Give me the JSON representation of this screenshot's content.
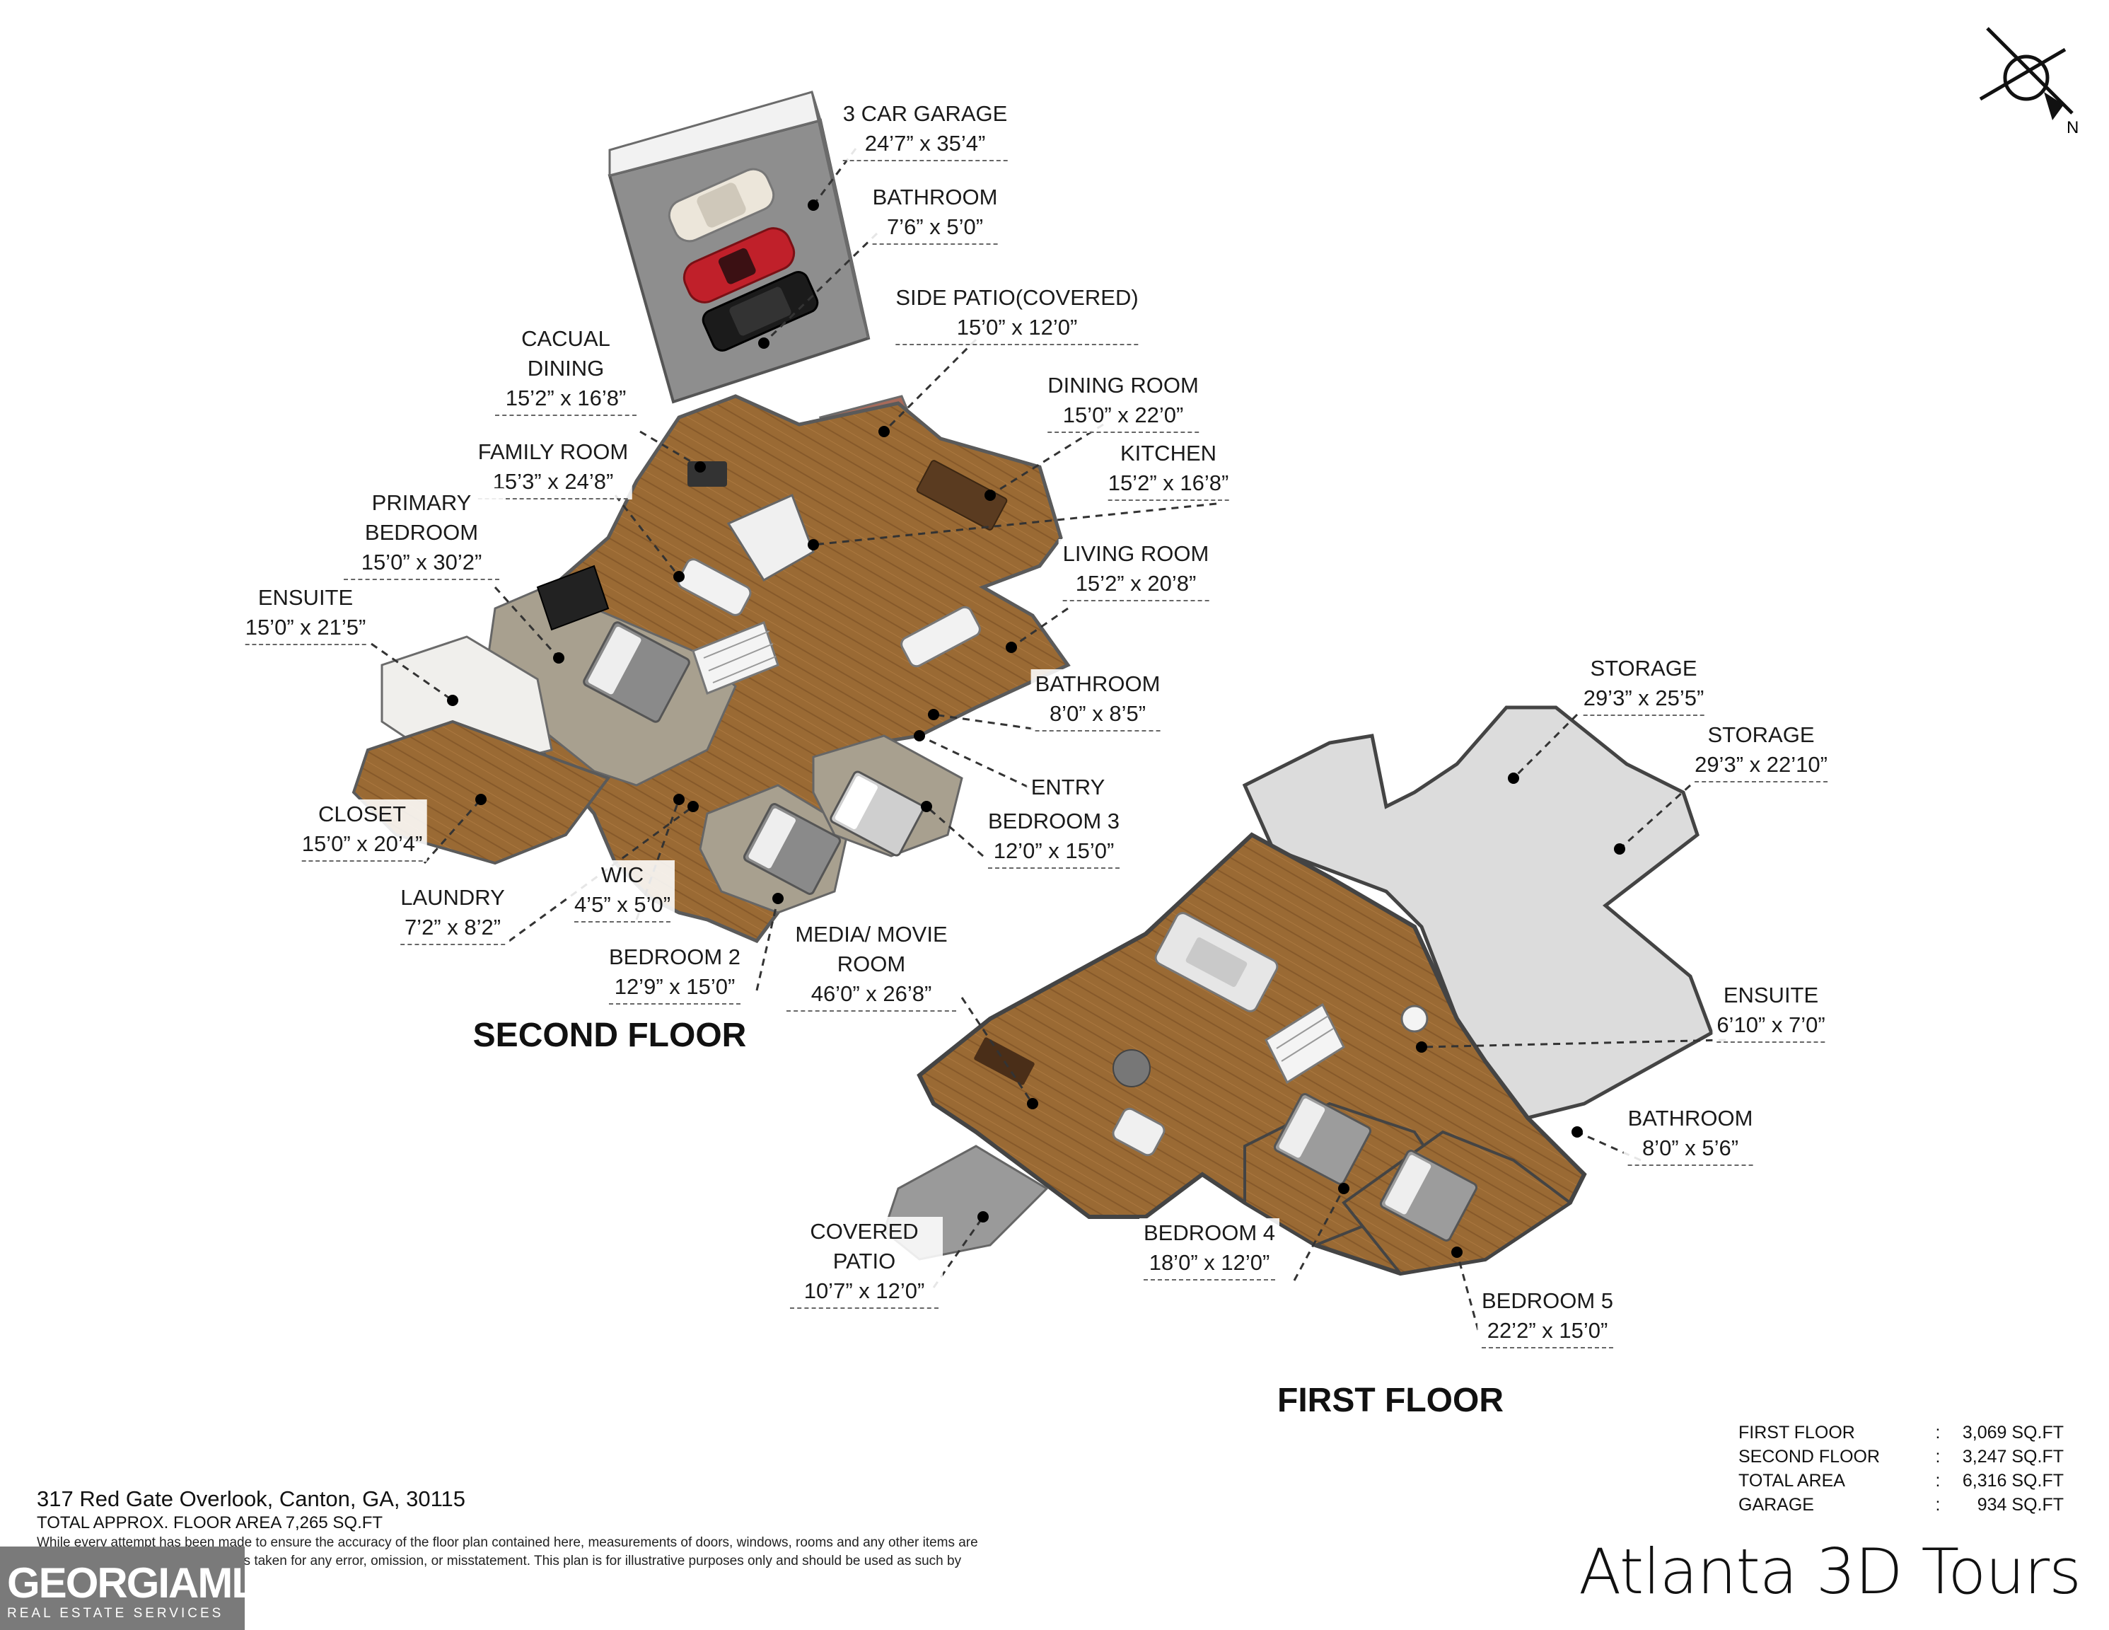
{
  "rooms": [
    {
      "id": "garage",
      "name": "3 CAR GARAGE",
      "dims": "24’7” x 35’4”"
    },
    {
      "id": "bath_up",
      "name": "BATHROOM",
      "dims": "7’6” x 5’0”"
    },
    {
      "id": "side_patio",
      "name": "SIDE PATIO(COVERED)",
      "dims": "15’0” x 12’0”"
    },
    {
      "id": "dining_room",
      "name": "DINING ROOM",
      "dims": "15’0” x 22’0”"
    },
    {
      "id": "kitchen",
      "name": "KITCHEN",
      "dims": "15’2” x 16’8”"
    },
    {
      "id": "casual_dining",
      "name": "CACUAL DINING",
      "dims": "15’2” x 16’8”"
    },
    {
      "id": "family_room",
      "name": "FAMILY ROOM",
      "dims": "15’3” x 24’8”"
    },
    {
      "id": "primary_bedroom",
      "name": "PRIMARY BEDROOM",
      "dims": "15’0” x 30’2”"
    },
    {
      "id": "ensuite_up",
      "name": "ENSUITE",
      "dims": "15’0” x 21’5”"
    },
    {
      "id": "living_room",
      "name": "LIVING ROOM",
      "dims": "15’2” x 20’8”"
    },
    {
      "id": "bath_mid",
      "name": "BATHROOM",
      "dims": "8’0” x 8’5”"
    },
    {
      "id": "entry",
      "name": "ENTRY",
      "dims": ""
    },
    {
      "id": "bedroom3",
      "name": "BEDROOM 3",
      "dims": "12’0” x 15’0”"
    },
    {
      "id": "closet",
      "name": "CLOSET",
      "dims": "15’0” x 20’4”"
    },
    {
      "id": "wic",
      "name": "WIC",
      "dims": "4’5” x 5’0”"
    },
    {
      "id": "laundry",
      "name": "LAUNDRY",
      "dims": "7’2” x 8’2”"
    },
    {
      "id": "bedroom2",
      "name": "BEDROOM 2",
      "dims": "12’9” x 15’0”"
    },
    {
      "id": "media",
      "name": "MEDIA/ MOVIE ROOM",
      "dims": "46’0” x 26’8”"
    },
    {
      "id": "storage1",
      "name": "STORAGE",
      "dims": "29’3” x 25’5”"
    },
    {
      "id": "storage2",
      "name": "STORAGE",
      "dims": "29’3” x 22’10”"
    },
    {
      "id": "ensuite_low",
      "name": "ENSUITE",
      "dims": "6’10” x 7’0”"
    },
    {
      "id": "bath_low",
      "name": "BATHROOM",
      "dims": "8’0” x 5’6”"
    },
    {
      "id": "covered_patio",
      "name": "COVERED PATIO",
      "dims": "10’7” x 12’0”"
    },
    {
      "id": "bedroom4",
      "name": "BEDROOM 4",
      "dims": "18’0” x 12’0”"
    },
    {
      "id": "bedroom5",
      "name": "BEDROOM 5",
      "dims": "22’2” x 15’0”"
    }
  ],
  "floors": {
    "second": "SECOND FLOOR",
    "first": "FIRST FLOOR"
  },
  "compass": {
    "letter": "N"
  },
  "address": {
    "line": "317 Red Gate Overlook, Canton, GA, 30115",
    "area": "TOTAL APPROX. FLOOR AREA 7,265 SQ.FT",
    "disclaimer": "While  every attempt has been made to ensure the accuracy of the floor plan contained here, measurements of doors, windows, rooms and any other items are approximate and no responsibility is taken for any error, omission, or misstatement. This plan is for illustrative purposes only and should be used as such by any prospective purchaser."
  },
  "summary": [
    {
      "label": "FIRST FLOOR",
      "sep": ":",
      "value": "3,069 SQ.FT"
    },
    {
      "label": "SECOND FLOOR",
      "sep": ":",
      "value": "3,247 SQ.FT"
    },
    {
      "label": "TOTAL AREA",
      "sep": ":",
      "value": "6,316 SQ.FT"
    },
    {
      "label": "GARAGE",
      "sep": ":",
      "value": "934 SQ.FT"
    }
  ],
  "brand": "Atlanta 3D Tours",
  "mls": {
    "name": "GEORGIAMLS",
    "sub": "REAL ESTATE SERVICES"
  },
  "colors": {
    "wood": "#9a6a34",
    "wall": "#f4f4f4",
    "wall_edge": "#6b6b6b",
    "concrete": "#8e8e8e",
    "storage": "#dcdcdc",
    "brick": "#a86a5a",
    "car_red": "#c0202a",
    "car_black": "#1b1b1b",
    "car_white": "#ece6da"
  },
  "icons": [
    "compass-icon",
    "sedan-car-icon",
    "bed-icon",
    "sofa-icon",
    "dining-table-icon",
    "fireplace-icon",
    "stairs-icon",
    "washer-icon",
    "bathtub-icon"
  ]
}
